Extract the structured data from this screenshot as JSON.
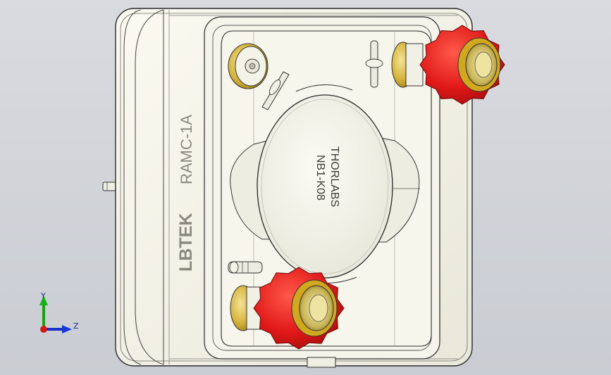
{
  "model": {
    "brand_label": "LBTEK",
    "model_label": "RAMC-1A",
    "lens_brand": "THORLABS",
    "lens_part": "NB1-K08"
  },
  "triad": {
    "y_label": "Y",
    "z_label": "Z"
  },
  "colors": {
    "background": "#d2d4d9",
    "body": "#f3f2e6",
    "outline": "#2a2a2a",
    "knob_red": "#e01818",
    "brass": "#c8a020"
  },
  "icons": {
    "y_axis": "arrow-up-green-icon",
    "z_axis": "arrow-right-blue-icon",
    "origin": "origin-red-icon"
  }
}
